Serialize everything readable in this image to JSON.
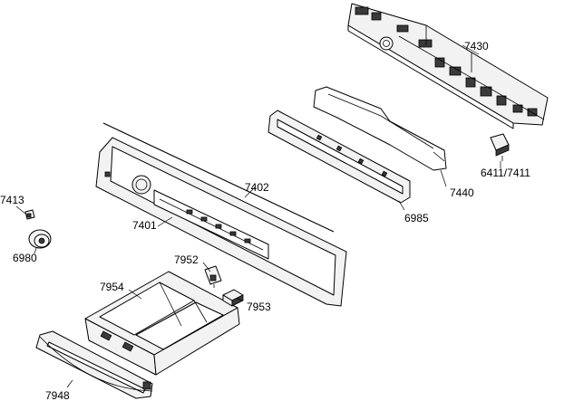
{
  "diagram": {
    "colors": {
      "line": "#000000",
      "fill": "#f2f2f2",
      "dark": "#3a3a3a",
      "background": "#ffffff"
    },
    "labels": {
      "p7430": "7430",
      "p6411_7411": "6411/7411",
      "p7440": "7440",
      "p6985": "6985",
      "p7402": "7402",
      "p7401": "7401",
      "p7413": "7413",
      "p6980": "6980",
      "p7952": "7952",
      "p7954": "7954",
      "p7953": "7953",
      "p7948": "7948"
    }
  }
}
